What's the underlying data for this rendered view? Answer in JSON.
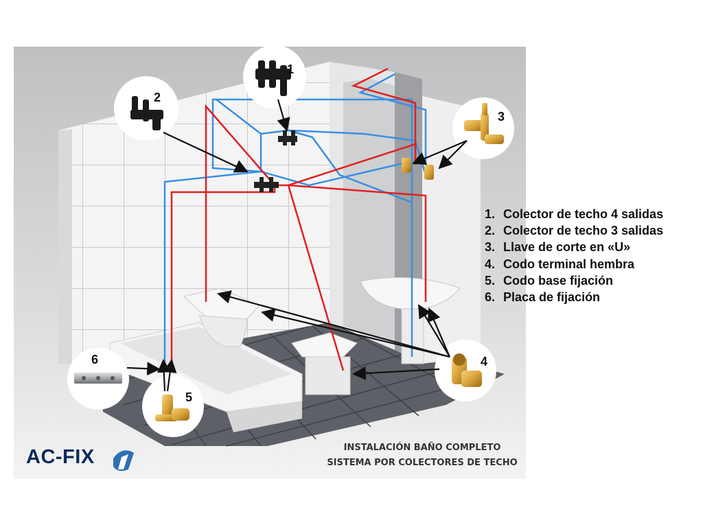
{
  "title": {
    "line1": "INSTALACIÓN BAÑO COMPLETO",
    "line2": "SISTEMA POR COLECTORES DE TECHO"
  },
  "brand": {
    "name": "AC-FIX"
  },
  "legend": [
    {
      "num": "1.",
      "label": "Colector de techo 4 salidas"
    },
    {
      "num": "2.",
      "label": "Colector de techo 3 salidas"
    },
    {
      "num": "3.",
      "label": "Llave de corte en «U»"
    },
    {
      "num": "4.",
      "label": "Codo terminal hembra"
    },
    {
      "num": "5.",
      "label": "Codo base fijación"
    },
    {
      "num": "6.",
      "label": "Placa de fijación"
    }
  ],
  "callouts": {
    "c1": "1",
    "c2": "2",
    "c3": "3",
    "c4": "4",
    "c5": "5",
    "c6": "6"
  },
  "colors": {
    "hot_pipe": "#e02020",
    "cold_pipe": "#3a8fe0",
    "brand": "#0d2a5c",
    "brass": "#d9a43a"
  }
}
